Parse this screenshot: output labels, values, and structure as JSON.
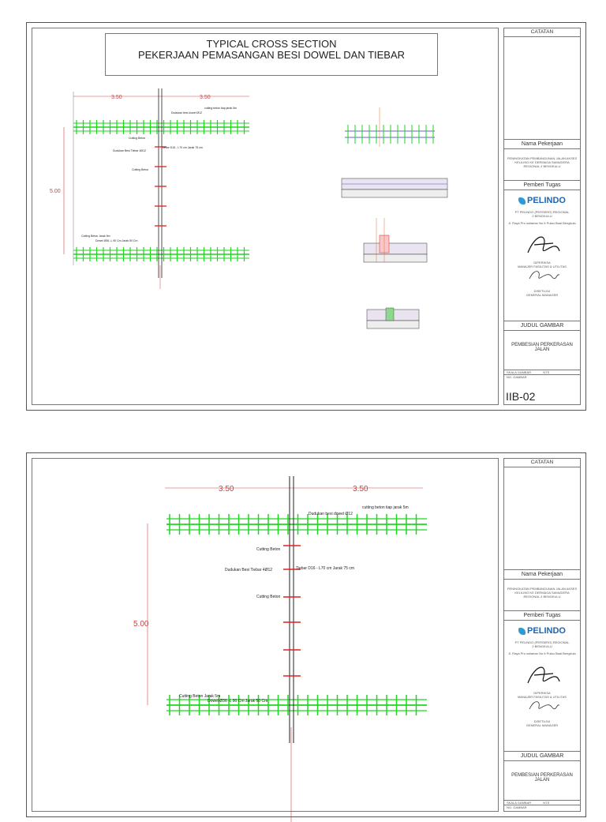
{
  "sheet1": {
    "title_line1": "TYPICAL CROSS SECTION",
    "title_line2": "PEKERJAAN PEMASANGAN BESI DOWEL DAN TIEBAR",
    "dim_left": "3.50",
    "dim_right": "3.50",
    "dim_vertical": "5.00",
    "labels": {
      "cutting_tiap": "cutting beton tiap jarak 5m",
      "dudukan_dowel": "Dudukan besi dowel Ø12",
      "cutting_beton1": "Cutting Beton",
      "dudukan_tiebar": "Dudukan Besi Tiebar 4Ø12",
      "tiebar": "Tiebar D16 - L70 cm Jarak 75 cm",
      "cutting_beton2": "Cutting Beton",
      "cutting_jarak": "Cutting Beton Jarak 5m",
      "dowel": "Dowel Ø36 -L 90 Cm Jarak 50 Cm"
    },
    "code": "IIB-02"
  },
  "sheet2": {
    "dim_left": "3.50",
    "dim_right": "3.50",
    "dim_vertical": "5.00",
    "labels": {
      "cutting_tiap": "cutting beton tiap jarak 5m",
      "dudukan_dowel": "Dudukan besi dowel Ø12",
      "cutting_beton1": "Cutting Beton",
      "dudukan_tiebar": "Dudukan Besi Tiebar 4Ø12",
      "tiebar": "Tiebar D16 - L70 cm Jarak 75 cm",
      "cutting_beton2": "Cutting Beton",
      "cutting_jarak": "Cutting Beton Jarak 5m",
      "dowel": "Dowel Ø36 -L 90 Cm Jarak 50 Cm"
    }
  },
  "titleblock": {
    "catatan": "CATATAN",
    "nama_pekerjaan": "Nama Pekerjaan",
    "project_desc": "PENINGKATAN PEMBANGUNAN JALAN AKSES KELILING KE DERMAGA SAMUDERA REGIONAL 2 BENGKULU",
    "pemberi_tugas": "Pemberi Tugas",
    "logo_text": "PELINDO",
    "company": "PT PELINDO (PERSERO) REGIONAL 2 BENGKULU",
    "address": "Jl. Raya Pro ssilamar No 6 Pulau Baai Bengkulu",
    "diperiksa": "DIPERIKSA",
    "manajer": "MANAJER FASILITAS & UTILITAS",
    "disetujui": "DISETUJUI",
    "gm": "GENERAL MANAGER",
    "judul_gambar": "JUDUL GAMBAR",
    "judul_value": "PEMBESIAN PERKERASAN JALAN",
    "skala_label": "SKALA GAMBAR",
    "skala_value": "NTS",
    "no_gambar": "NO. GAMBAR"
  },
  "colors": {
    "rebar_green": "#1fd61f",
    "tiebar_red": "#e02020",
    "dim_red": "#d04040",
    "line_dark": "#222222",
    "detail_purple": "#8080e0"
  }
}
